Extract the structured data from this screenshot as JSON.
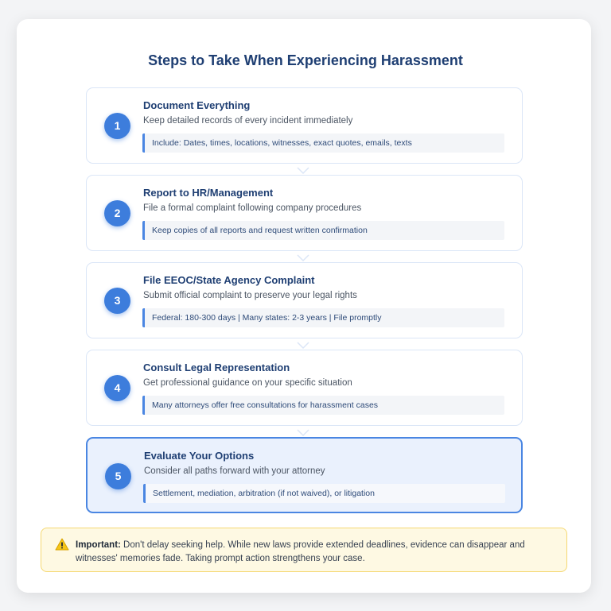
{
  "title": "Steps to Take When Experiencing Harassment",
  "steps": [
    {
      "number": "1",
      "title": "Document Everything",
      "description": "Keep detailed records of every incident immediately",
      "detail": "Include: Dates, times, locations, witnesses, exact quotes, emails, texts"
    },
    {
      "number": "2",
      "title": "Report to HR/Management",
      "description": "File a formal complaint following company procedures",
      "detail": "Keep copies of all reports and request written confirmation"
    },
    {
      "number": "3",
      "title": "File EEOC/State Agency Complaint",
      "description": "Submit official complaint to preserve your legal rights",
      "detail": "Federal: 180-300 days | Many states: 2-3 years | File promptly"
    },
    {
      "number": "4",
      "title": "Consult Legal Representation",
      "description": "Get professional guidance on your specific situation",
      "detail": "Many attorneys offer free consultations for harassment cases"
    },
    {
      "number": "5",
      "title": "Evaluate Your Options",
      "description": "Consider all paths forward with your attorney",
      "detail": "Settlement, mediation, arbitration (if not waived), or litigation"
    }
  ],
  "warning": {
    "label": "Important:",
    "text": " Don't delay seeking help. While new laws provide extended deadlines, evidence can disappear and witnesses' memories fade. Taking prompt action strengthens your case."
  },
  "colors": {
    "accent": "#3d7ddc",
    "title": "#1f3f73",
    "warning_bg": "#fef9e3",
    "warning_border": "#f5d872",
    "active_bg": "#eaf1fd"
  }
}
